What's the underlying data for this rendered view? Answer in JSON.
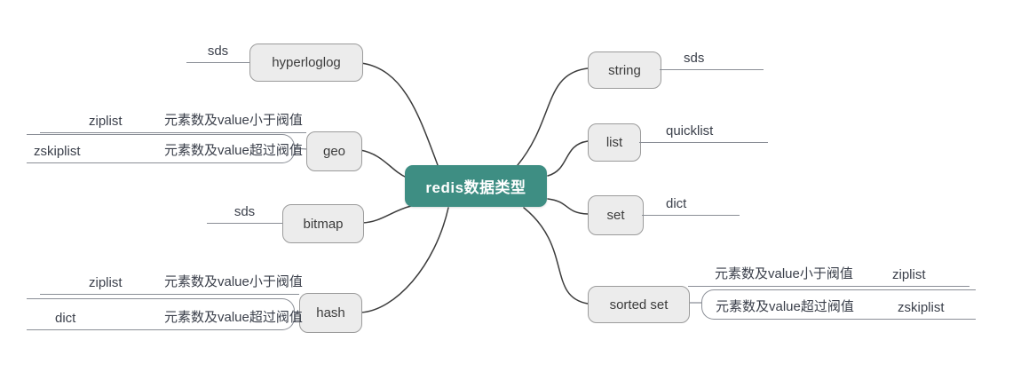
{
  "central": {
    "label": "redis数据类型"
  },
  "colors": {
    "central_bg": "#3E8E83",
    "central_text": "#FFFFFF",
    "topic_bg": "#ECECEC",
    "topic_border": "#9B9B9B",
    "branch_line": "#3C3C3C",
    "child_line": "#8A8E96",
    "child_text": "#3A3F4A"
  },
  "left": [
    {
      "label": "hyperloglog",
      "children": [
        {
          "impl": "sds"
        }
      ]
    },
    {
      "label": "geo",
      "children": [
        {
          "impl": "ziplist",
          "cond": "元素数及value小于阀值"
        },
        {
          "impl": "zskiplist",
          "cond": "元素数及value超过阀值"
        }
      ]
    },
    {
      "label": "bitmap",
      "children": [
        {
          "impl": "sds"
        }
      ]
    },
    {
      "label": "hash",
      "children": [
        {
          "impl": "ziplist",
          "cond": "元素数及value小于阀值"
        },
        {
          "impl": "dict",
          "cond": "元素数及value超过阀值"
        }
      ]
    }
  ],
  "right": [
    {
      "label": "string",
      "children": [
        {
          "impl": "sds"
        }
      ]
    },
    {
      "label": "list",
      "children": [
        {
          "impl": "quicklist"
        }
      ]
    },
    {
      "label": "set",
      "children": [
        {
          "impl": "dict"
        }
      ]
    },
    {
      "label": "sorted set",
      "children": [
        {
          "cond": "元素数及value小于阀值",
          "impl": "ziplist"
        },
        {
          "cond": "元素数及value超过阀值",
          "impl": "zskiplist"
        }
      ]
    }
  ]
}
